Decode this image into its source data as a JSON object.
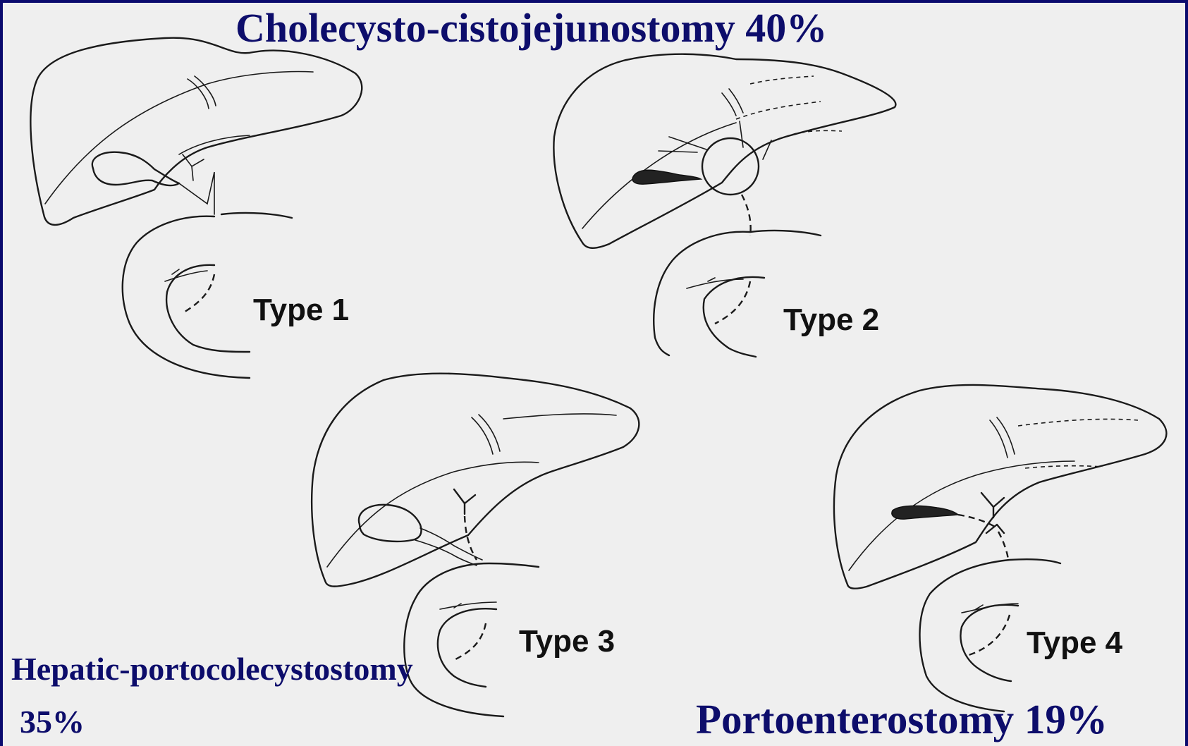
{
  "titles": {
    "top": "Cholecysto-cistojejunostomy 40%",
    "left_line1": "Hepatic-portocolecystostomy",
    "left_line2": "35%",
    "right": "Portoenterostomy 19%"
  },
  "diagrams": [
    {
      "label": "Type 1"
    },
    {
      "label": "Type 2"
    },
    {
      "label": "Type 3"
    },
    {
      "label": "Type 4"
    }
  ],
  "colors": {
    "border": "#0b0b6e",
    "background": "#efefef",
    "title_text": "#0d0d6b"
  }
}
